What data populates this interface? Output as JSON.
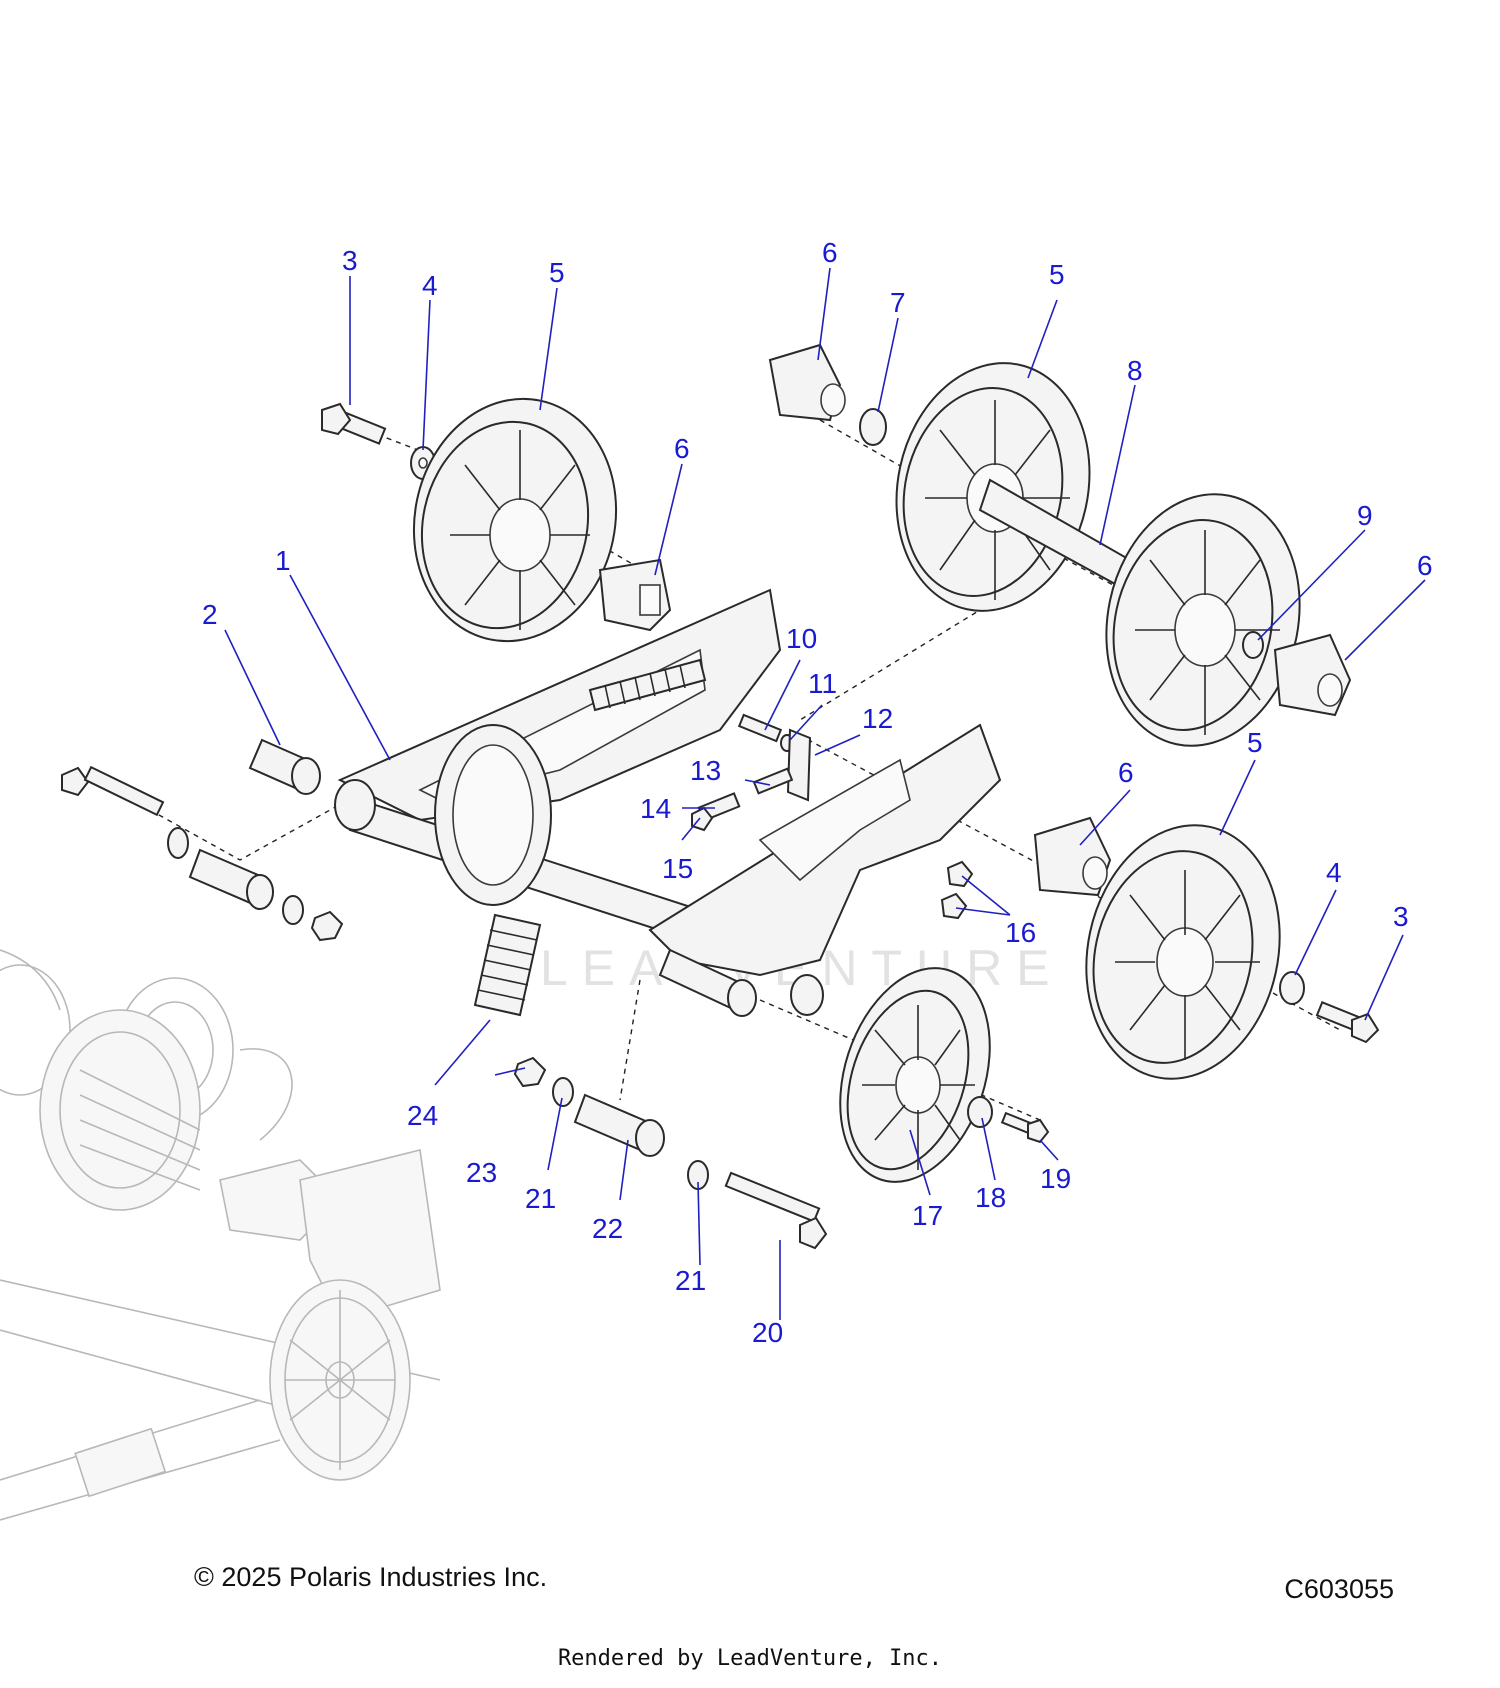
{
  "diagram": {
    "watermark": "LEADVENTURE",
    "callouts": [
      {
        "id": "c-3a",
        "label": "3"
      },
      {
        "id": "c-4a",
        "label": "4"
      },
      {
        "id": "c-5a",
        "label": "5"
      },
      {
        "id": "c-6a",
        "label": "6"
      },
      {
        "id": "c-6b",
        "label": "6"
      },
      {
        "id": "c-7",
        "label": "7"
      },
      {
        "id": "c-5b",
        "label": "5"
      },
      {
        "id": "c-8",
        "label": "8"
      },
      {
        "id": "c-9",
        "label": "9"
      },
      {
        "id": "c-6c",
        "label": "6"
      },
      {
        "id": "c-1",
        "label": "1"
      },
      {
        "id": "c-2",
        "label": "2"
      },
      {
        "id": "c-10",
        "label": "10"
      },
      {
        "id": "c-11",
        "label": "11"
      },
      {
        "id": "c-12",
        "label": "12"
      },
      {
        "id": "c-13",
        "label": "13"
      },
      {
        "id": "c-14",
        "label": "14"
      },
      {
        "id": "c-15",
        "label": "15"
      },
      {
        "id": "c-5c",
        "label": "5"
      },
      {
        "id": "c-6d",
        "label": "6"
      },
      {
        "id": "c-16",
        "label": "16"
      },
      {
        "id": "c-4b",
        "label": "4"
      },
      {
        "id": "c-3b",
        "label": "3"
      },
      {
        "id": "c-24",
        "label": "24"
      },
      {
        "id": "c-23",
        "label": "23"
      },
      {
        "id": "c-21a",
        "label": "21"
      },
      {
        "id": "c-22",
        "label": "22"
      },
      {
        "id": "c-21b",
        "label": "21"
      },
      {
        "id": "c-20",
        "label": "20"
      },
      {
        "id": "c-17",
        "label": "17"
      },
      {
        "id": "c-18",
        "label": "18"
      },
      {
        "id": "c-19",
        "label": "19"
      }
    ]
  },
  "footer": {
    "copyright": "© 2025 Polaris Industries Inc.",
    "figure_id": "C603055",
    "render_credit": "Rendered by LeadVenture, Inc."
  }
}
